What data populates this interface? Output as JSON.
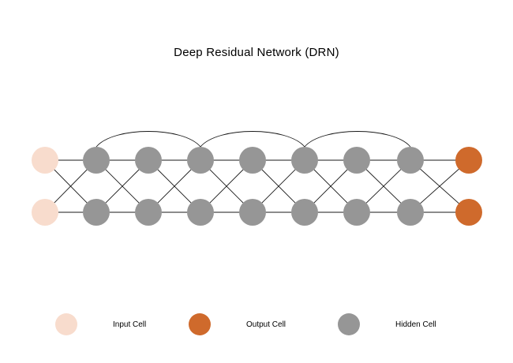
{
  "title": "Deep Residual Network (DRN)",
  "diagram": {
    "node_radius": 17,
    "col_x": [
      57,
      122,
      188,
      254,
      320,
      386,
      452,
      520,
      594
    ],
    "row_y": [
      203,
      269
    ],
    "colors": {
      "input": "#F8DCCD",
      "output": "#CF6A2C",
      "hidden": "#969696",
      "line": "#1a1a1a"
    },
    "node_types": [
      "input",
      "hidden",
      "hidden",
      "hidden",
      "hidden",
      "hidden",
      "hidden",
      "hidden",
      "output"
    ],
    "arcs": [
      [
        1,
        3
      ],
      [
        3,
        5
      ],
      [
        5,
        7
      ]
    ],
    "arc_control_height": 26,
    "edge_stroke_width": 0.9
  },
  "legend": [
    {
      "label": "Input Cell",
      "color_key": "input"
    },
    {
      "label": "Output Cell",
      "color_key": "output"
    },
    {
      "label": "Hidden Cell",
      "color_key": "hidden"
    }
  ]
}
